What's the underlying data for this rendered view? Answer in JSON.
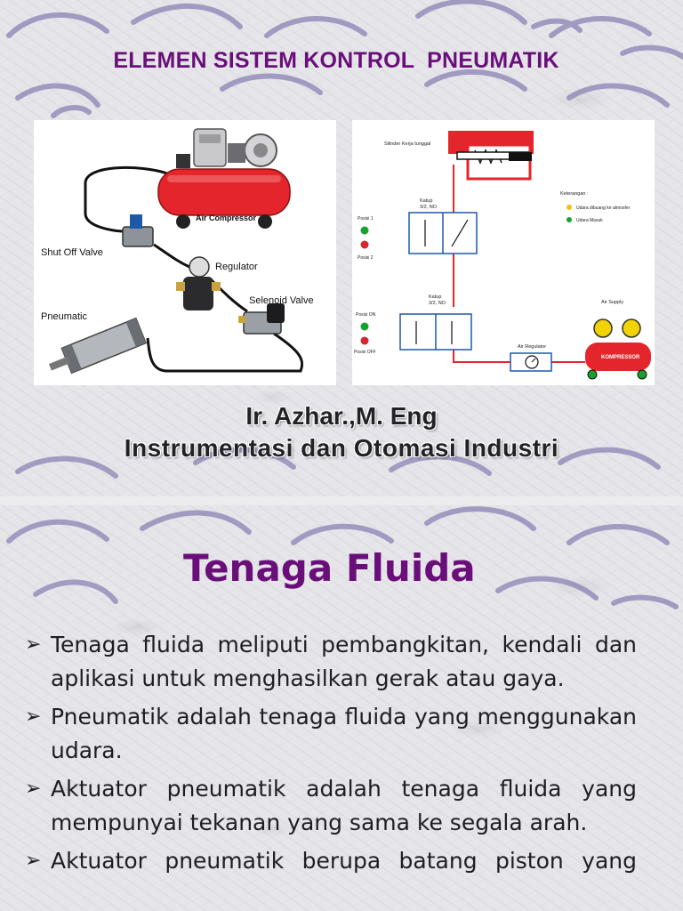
{
  "slide1": {
    "title": "ELEMEN SISTEM KONTROL  PNEUMATIK",
    "left_image": {
      "labels": {
        "air_compressor": "Air Compressor",
        "shut_off_valve": "Shut Off Valve",
        "regulator": "Regulator",
        "selenoid_valve": "Selenoid Valve",
        "pneumatic": "Pneumatic"
      }
    },
    "right_image": {
      "labels": {
        "silinder": "Silinder Kerja tunggal",
        "katup1": "Katup",
        "katup1_spec": "3/2, NO",
        "katup2": "Katup",
        "katup2_spec": "3/2, NO",
        "posisi1": "Posisi 1",
        "posisi2": "Posisi 2",
        "posisi_on": "Posisi ON",
        "posisi_off": "Posisi OFF",
        "keterangan": "Keterangan :",
        "legend1": "Udara dibuang ke atmosfer",
        "legend2": "Udara Masuk",
        "air_regulator": "Air Regulator",
        "air_supply": "Air Supply",
        "kompresor": "KOMPRESSOR"
      }
    },
    "author_name": "Ir. Azhar.,M. Eng",
    "author_dept": "Instrumentasi dan Otomasi Industri"
  },
  "slide2": {
    "title": "Tenaga Fluida",
    "bullets": [
      "Tenaga fluida  meliputi pembangkitan, kendali dan aplikasi untuk menghasilkan gerak atau gaya.",
      "Pneumatik adalah tenaga fluida yang menggunakan udara.",
      "Aktuator pneumatik adalah tenaga fluida yang mempunyai tekanan yang sama ke segala arah.",
      "Aktuator pneumatik berupa batang piston yang"
    ]
  },
  "colors": {
    "title_purple": "#6a0f7a",
    "compressor_red": "#e4252b",
    "line_red": "#e4252b",
    "deco_purple": "#8c83b4"
  }
}
